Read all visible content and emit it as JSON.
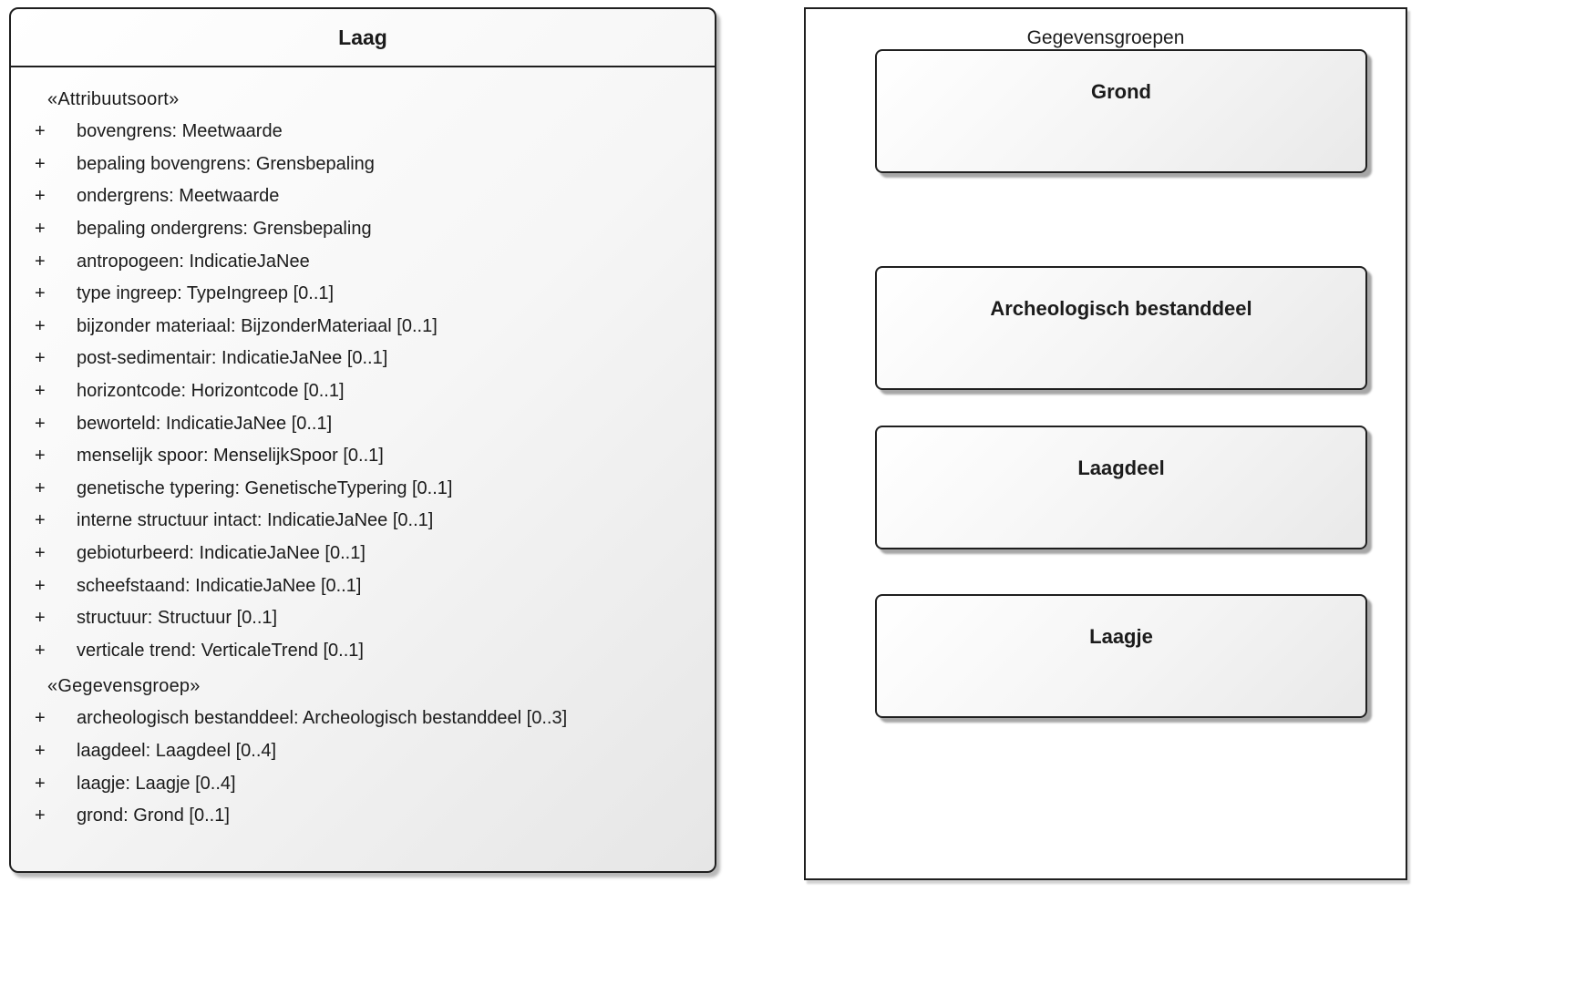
{
  "laag": {
    "title": "Laag",
    "visibility": "+",
    "stereotype1": "«Attribuutsoort»",
    "attrs1": [
      "bovengrens: Meetwaarde",
      "bepaling bovengrens: Grensbepaling",
      "ondergrens: Meetwaarde",
      "bepaling ondergrens: Grensbepaling",
      "antropogeen: IndicatieJaNee",
      "type ingreep: TypeIngreep [0..1]",
      "bijzonder materiaal: BijzonderMateriaal [0..1]",
      "post-sedimentair: IndicatieJaNee [0..1]",
      "horizontcode: Horizontcode [0..1]",
      "beworteld: IndicatieJaNee [0..1]",
      "menselijk spoor: MenselijkSpoor [0..1]",
      "genetische typering: GenetischeTypering [0..1]",
      "interne structuur intact: IndicatieJaNee [0..1]",
      "gebioturbeerd: IndicatieJaNee [0..1]",
      "scheefstaand: IndicatieJaNee [0..1]",
      "structuur: Structuur [0..1]",
      "verticale trend: VerticaleTrend [0..1]"
    ],
    "stereotype2": "«Gegevensgroep»",
    "attrs2": [
      "archeologisch bestanddeel: Archeologisch bestanddeel [0..3]",
      "laagdeel: Laagdeel [0..4]",
      "laagje: Laagje [0..4]",
      "grond: Grond [0..1]"
    ]
  },
  "gegevensgroepen": {
    "title": "Gegevensgroepen",
    "groups": [
      "Archeologisch bestanddeel",
      "Laagdeel",
      "Laagje",
      "Grond"
    ]
  }
}
